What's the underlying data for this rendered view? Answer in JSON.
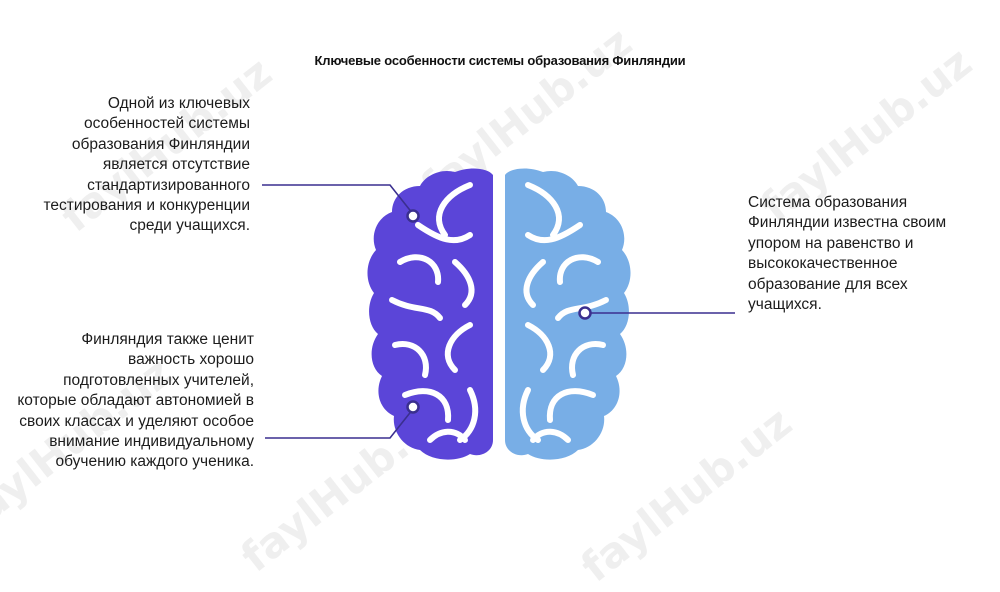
{
  "title": "Ключевые особенности системы образования Финляндии",
  "callouts": {
    "left_top": "Одной из ключевых особенностей системы образования Финляндии является отсутствие стандартизированного тестирования и конкуренции среди учащихся.",
    "left_bottom": "Финляндия также ценит важность хорошо подготовленных учителей, которые обладают автономией в своих классах и уделяют особое внимание индивидуальному обучению каждого ученика.",
    "right": "Система образования Финляндии известна своим упором на равенство и высококачественное образование для всех учащихся."
  },
  "watermark": "faylHub.uz",
  "colors": {
    "left_hemisphere": "#5b45d8",
    "right_hemisphere": "#78aee6",
    "connector": "#3a2f8f"
  },
  "icons": {
    "brain": "brain-icon"
  }
}
